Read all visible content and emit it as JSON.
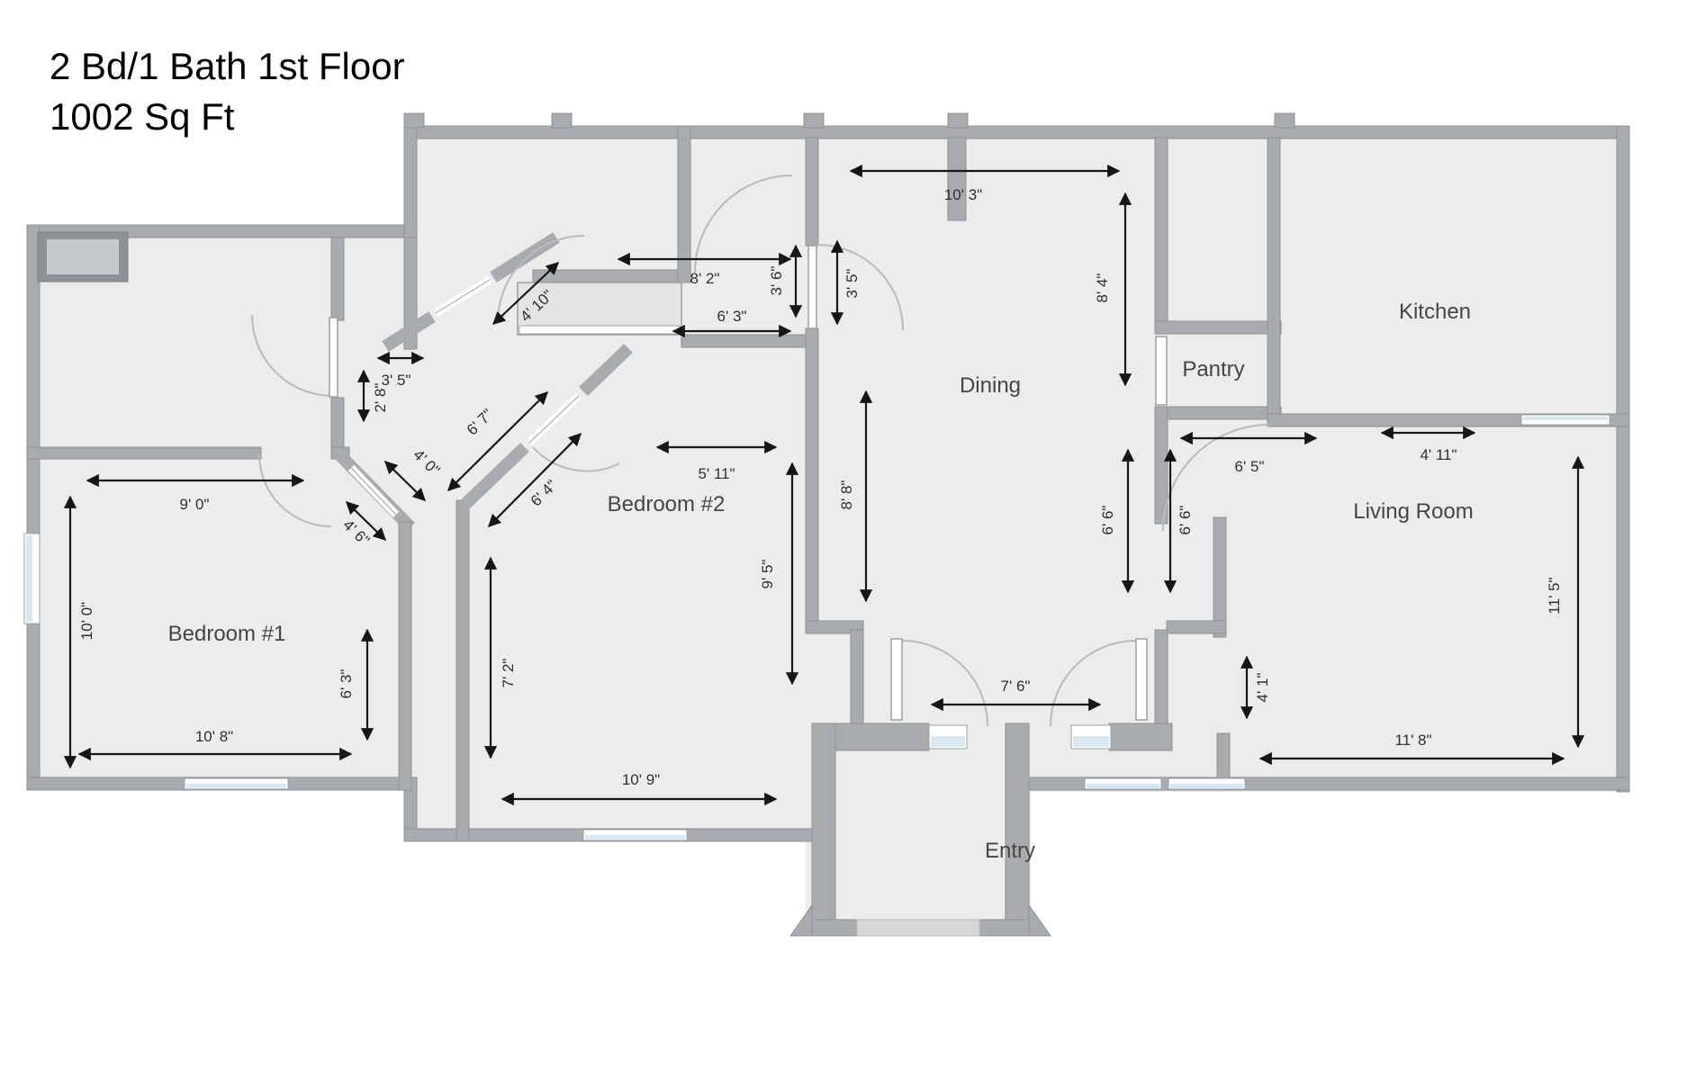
{
  "title": {
    "line1": "2 Bd/1 Bath 1st Floor",
    "line2": "1002 Sq Ft"
  },
  "rooms": {
    "bedroom1": "Bedroom #1",
    "bedroom2": "Bedroom #2",
    "dining": "Dining",
    "pantry": "Pantry",
    "kitchen": "Kitchen",
    "living_room": "Living Room",
    "entry": "Entry"
  },
  "dimensions": {
    "hall_width_top": "8' 2\"",
    "hall_width_inner": "6' 3\"",
    "hall_opening_left": "3' 6\"",
    "hall_opening_right": "3' 5\"",
    "hall_diag_door": "4' 10\"",
    "vestibule_width": "3' 5\"",
    "vestibule_height": "2' 8\"",
    "hall_diag_length": "6' 7\"",
    "closet_door_upper": "4' 0\"",
    "closet_door_lower": "4' 6\"",
    "bedroom2_door_diag": "6' 4\"",
    "bedroom1_top": "9' 0\"",
    "bedroom1_left": "10' 0\"",
    "bedroom1_right": "6' 3\"",
    "bedroom1_bottom": "10' 8\"",
    "bedroom2_top": "5' 11\"",
    "bedroom2_right": "9' 5\"",
    "bedroom2_left": "7' 2\"",
    "bedroom2_bottom": "10' 9\"",
    "dining_top": "10' 3\"",
    "dining_right": "8' 4\"",
    "dining_left": "8' 8\"",
    "living_top_left": "6' 5\"",
    "living_top_right": "4' 11\"",
    "living_left_a": "6' 6\"",
    "living_left_b": "6' 6\"",
    "living_right": "11' 5\"",
    "living_passage": "4' 1\"",
    "living_bottom": "11' 8\"",
    "entry_door": "7' 6\""
  },
  "colors": {
    "wall": "#a9acae",
    "floor": "#ececec",
    "window_glass": "#d9e7f0",
    "dimension": "#161616"
  }
}
